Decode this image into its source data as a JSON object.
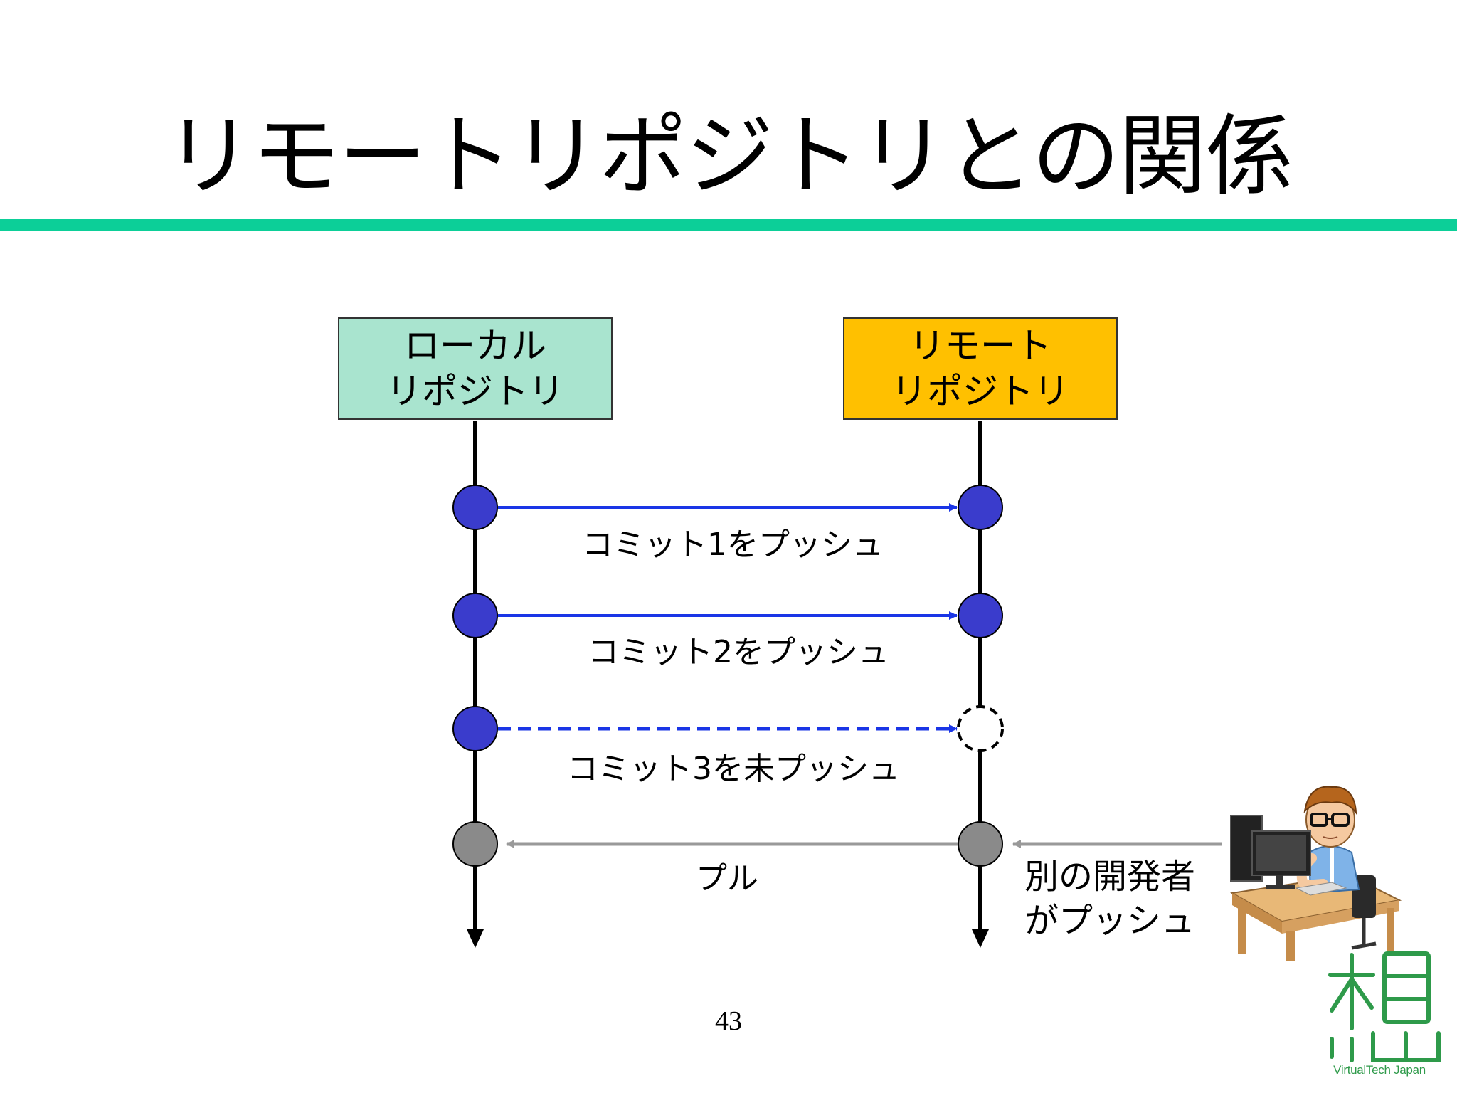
{
  "slide": {
    "title": "リモートリポジトリとの関係",
    "page_number": "43"
  },
  "boxes": {
    "local": {
      "line1": "ローカル",
      "line2": "リポジトリ",
      "color": "#a9e4cf"
    },
    "remote": {
      "line1": "リモート",
      "line2": "リポジトリ",
      "color": "#ffc000"
    }
  },
  "steps": [
    {
      "label": "コミット1をプッシュ",
      "direction": "local-to-remote",
      "style": "solid",
      "color": "#1a35e6"
    },
    {
      "label": "コミット2をプッシュ",
      "direction": "local-to-remote",
      "style": "solid",
      "color": "#1a35e6"
    },
    {
      "label": "コミット3を未プッシュ",
      "direction": "local-to-remote",
      "style": "dashed",
      "color": "#1a35e6"
    },
    {
      "label": "プル",
      "direction": "remote-to-local",
      "style": "solid",
      "color": "#999999"
    }
  ],
  "other_developer": {
    "line1": "別の開発者",
    "line2": "がプッシュ"
  },
  "colors": {
    "accent_rule": "#0ccf98",
    "commit_node": "#3a3ccc",
    "pull_node": "#8a8a8a"
  },
  "logo": {
    "text": "VirtualTech Japan"
  }
}
